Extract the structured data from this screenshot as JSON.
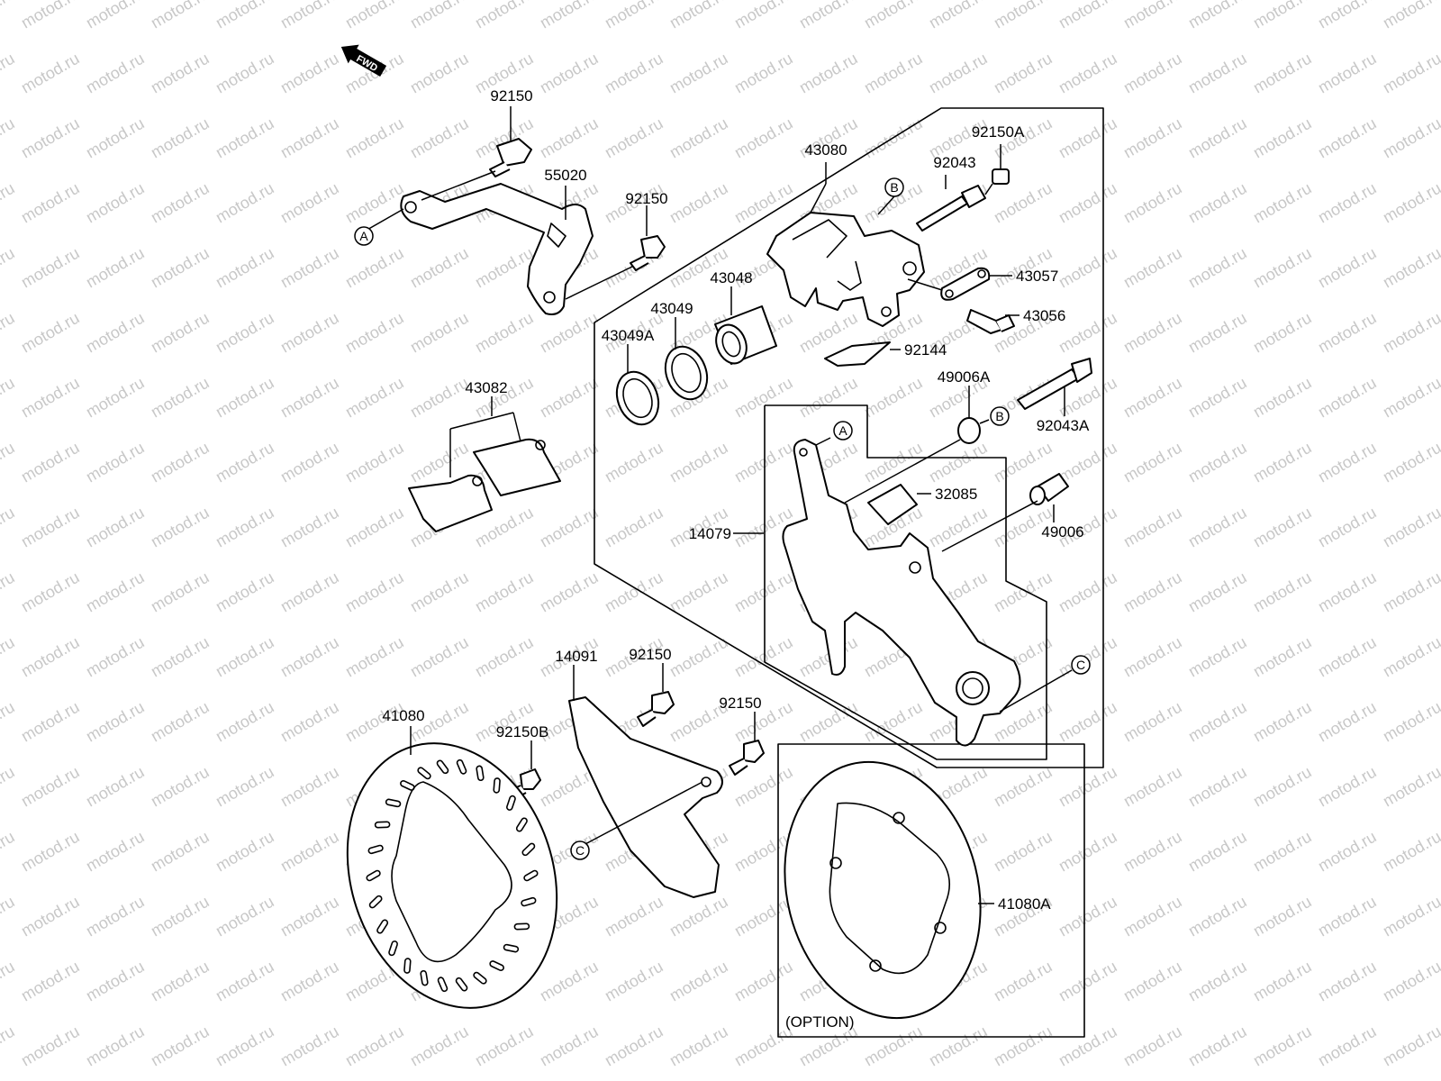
{
  "watermark": "motod.ru",
  "fwd_label": "FWD",
  "option_label": "(OPTION)",
  "parts": [
    {
      "id": "p92150_top",
      "label": "92150"
    },
    {
      "id": "p55020",
      "label": "55020"
    },
    {
      "id": "p92150_b",
      "label": "92150"
    },
    {
      "id": "p43080",
      "label": "43080"
    },
    {
      "id": "p92150A",
      "label": "92150A"
    },
    {
      "id": "p92043",
      "label": "92043"
    },
    {
      "id": "p43057",
      "label": "43057"
    },
    {
      "id": "p43056",
      "label": "43056"
    },
    {
      "id": "p43048",
      "label": "43048"
    },
    {
      "id": "p43049",
      "label": "43049"
    },
    {
      "id": "p43049A",
      "label": "43049A"
    },
    {
      "id": "p92144",
      "label": "92144"
    },
    {
      "id": "p43082",
      "label": "43082"
    },
    {
      "id": "p49006A",
      "label": "49006A"
    },
    {
      "id": "p92043A",
      "label": "92043A"
    },
    {
      "id": "p32085",
      "label": "32085"
    },
    {
      "id": "p14079",
      "label": "14079"
    },
    {
      "id": "p49006",
      "label": "49006"
    },
    {
      "id": "p14091",
      "label": "14091"
    },
    {
      "id": "p92150_c",
      "label": "92150"
    },
    {
      "id": "p92150_d",
      "label": "92150"
    },
    {
      "id": "p41080",
      "label": "41080"
    },
    {
      "id": "p92150B",
      "label": "92150B"
    },
    {
      "id": "p41080A",
      "label": "41080A"
    }
  ],
  "callouts": {
    "A": "A",
    "B": "B",
    "C": "C"
  }
}
